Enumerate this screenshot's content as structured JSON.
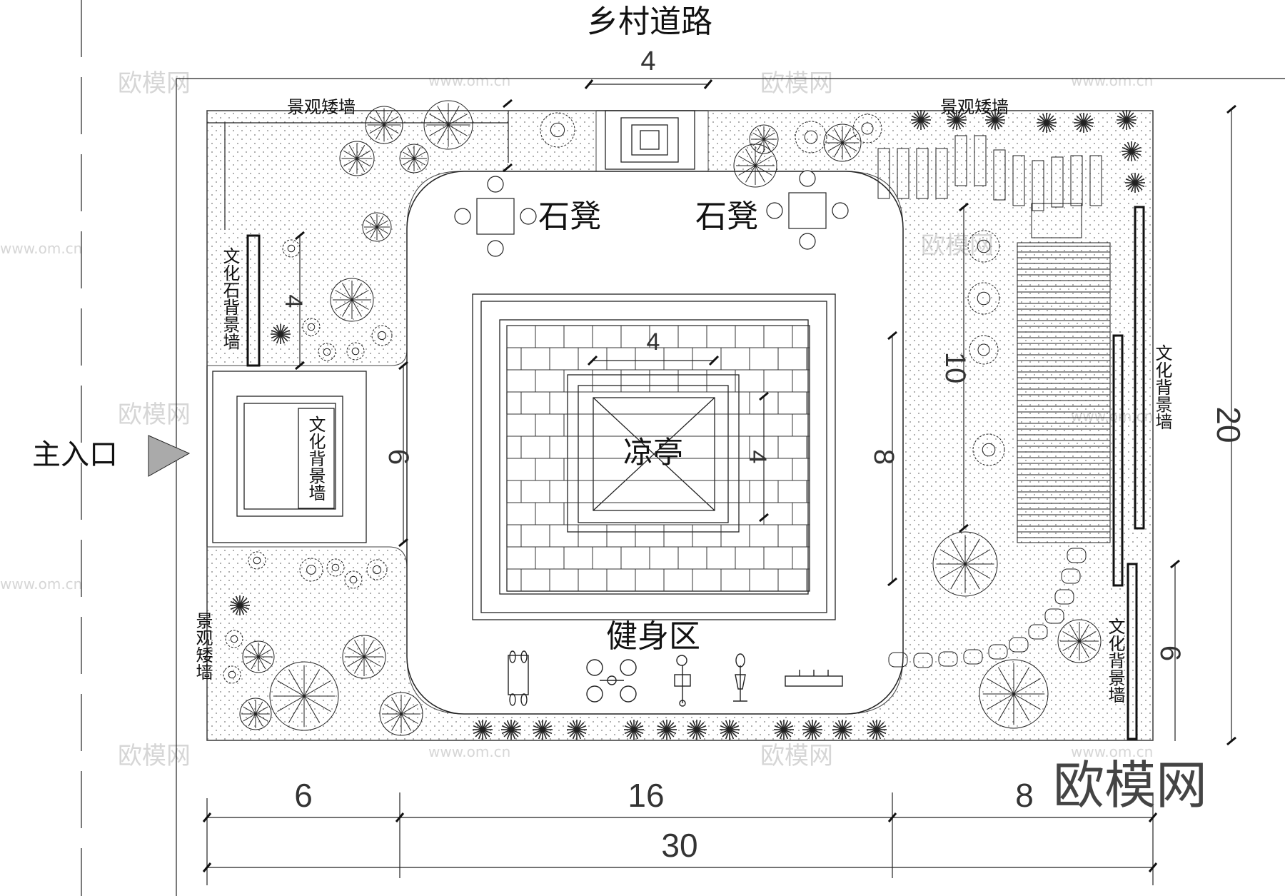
{
  "title": "乡村道路",
  "labels": {
    "main_entrance": "主入口",
    "pavilion": "凉亭",
    "stone_bench_left": "石凳",
    "stone_bench_right": "石凳",
    "fitness_area": "健身区",
    "landscape_wall_top_left": "景观矮墙",
    "landscape_wall_top_right": "景观矮墙",
    "landscape_wall_left_bottom": "景观矮墙",
    "culture_stone_wall": "文化石背景墙",
    "culture_wall_left": "文化背景墙",
    "culture_wall_right_upper": "文化背景墙",
    "culture_wall_right_lower": "文化背景墙"
  },
  "dimensions": {
    "top_road": "4",
    "left_upper": "4",
    "left_middle": "6",
    "pavilion_top": "4",
    "pavilion_right": "4",
    "inner_height": "8",
    "right_path": "10",
    "right_lower": "6",
    "total_height": "20",
    "bottom_left": "6",
    "bottom_middle": "16",
    "bottom_right": "8",
    "total_width": "30"
  },
  "watermark": {
    "logo": "欧模网",
    "url": "www.om.cn"
  }
}
